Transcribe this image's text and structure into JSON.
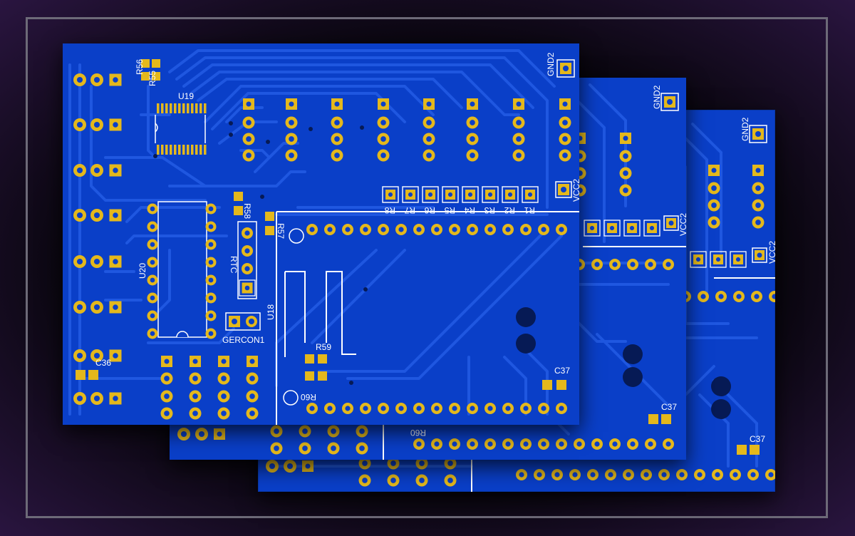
{
  "scene": {
    "description_colors": {
      "board": "#0a3fc8",
      "copper": "#1f57e0",
      "pad": "#e4b81c",
      "silk": "#ffffff",
      "background": "#0b0711",
      "frame": "#6d6a78"
    }
  },
  "board_back": {
    "labels": {
      "gnd": "GND2",
      "vcc": "VCC2",
      "cap": "C37"
    }
  },
  "board_mid": {
    "labels": {
      "gnd": "GND2",
      "vcc": "VCC2",
      "cap": "C37",
      "res": "R60"
    }
  },
  "board_front": {
    "labels": {
      "gnd": "GND2",
      "vcc": "VCC2",
      "u19": "U19",
      "u20": "U20",
      "u18": "U18",
      "rtc": "RTC",
      "r56": "R56",
      "r55": "R55",
      "r57": "R57",
      "r58": "R58",
      "r59": "R59",
      "r60": "R60",
      "c36": "C36",
      "c37": "C37",
      "gercon": "GERCON1",
      "resistor_row": [
        "R8",
        "R7",
        "R6",
        "R5",
        "R4",
        "R3",
        "R2",
        "R1"
      ]
    }
  }
}
